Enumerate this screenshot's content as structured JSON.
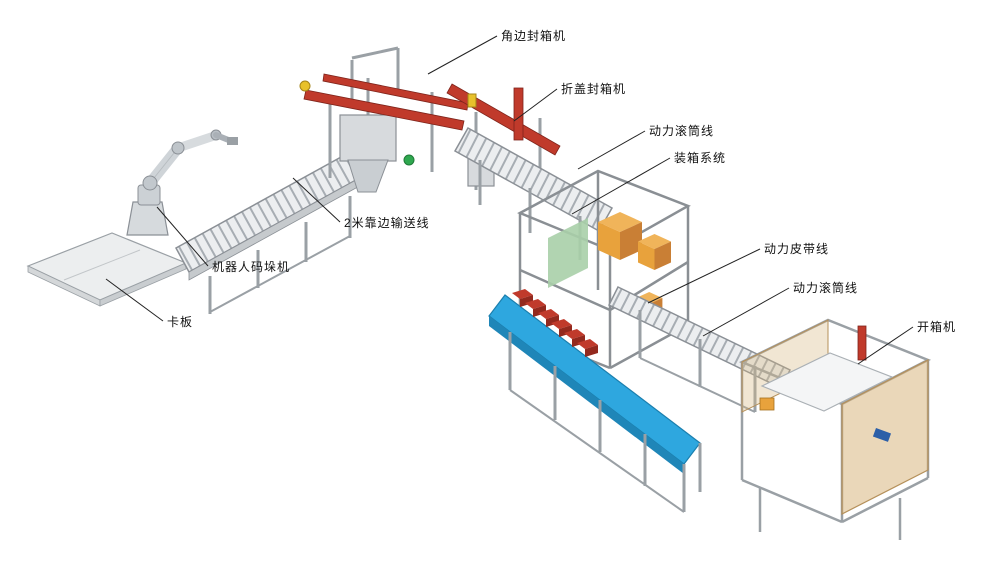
{
  "diagram": {
    "kind": "isometric-packaging-line-overview"
  },
  "labels": {
    "corner_sealer": {
      "text": "角边封箱机"
    },
    "flap_sealer": {
      "text": "折盖封箱机"
    },
    "power_roller_top": {
      "text": "动力滚筒线"
    },
    "case_packing_system": {
      "text": "装箱系统"
    },
    "power_belt_line": {
      "text": "动力皮带线"
    },
    "power_roller_right": {
      "text": "动力滚筒线"
    },
    "case_erector": {
      "text": "开箱机"
    },
    "edge_conveyor_2m": {
      "text": "2米靠边输送线"
    },
    "robot_palletizer": {
      "text": "机器人码垛机"
    },
    "pallet": {
      "text": "卡板"
    }
  },
  "colors": {
    "machine_red": "#c03a2b",
    "machine_red_dark": "#93291e",
    "belt_blue": "#2ea7df",
    "belt_blue_dark": "#1f86b8",
    "carton_orange": "#e8a23c",
    "carton_orange_light": "#f0b45a",
    "carton_orange_dark": "#c97f35",
    "frame_gray": "#9aa0a5",
    "panel_tan": "#d8b780",
    "accent_green": "#2fa84f",
    "accent_yellow": "#e8c12b",
    "panel_green": "#a9cfa9",
    "accent_blue": "#2c5fa8"
  }
}
